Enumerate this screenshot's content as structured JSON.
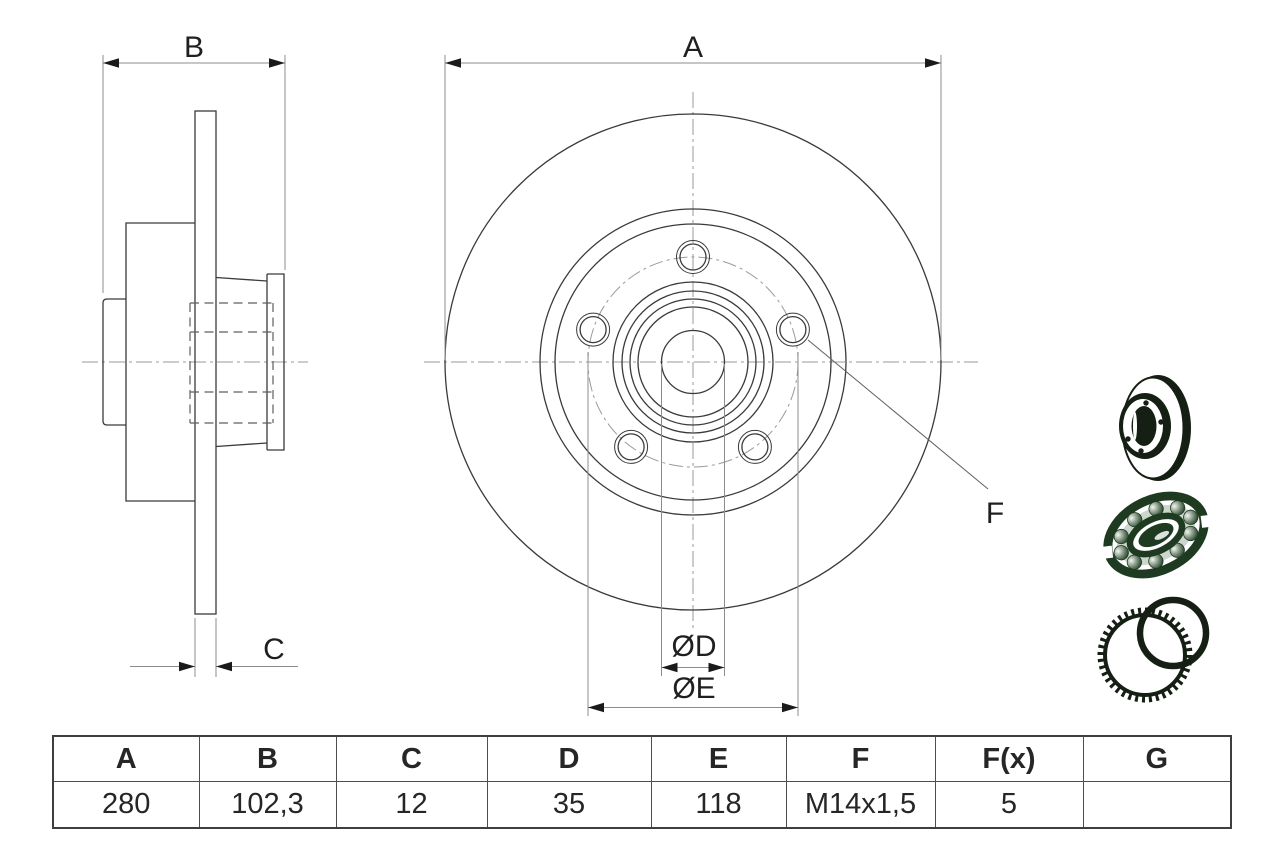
{
  "drawing": {
    "side_view": {
      "label_b": "B",
      "label_c": "C"
    },
    "front_view": {
      "label_a": "A",
      "label_d": "ØD",
      "label_e": "ØE",
      "label_f": "F"
    }
  },
  "legend_icons": [
    {
      "name": "brake-disc-icon"
    },
    {
      "name": "wheel-bearing-icon"
    },
    {
      "name": "abs-sensor-ring-icon"
    }
  ],
  "table": {
    "headers": [
      "A",
      "B",
      "C",
      "D",
      "E",
      "F",
      "F(x)",
      "G"
    ],
    "values": [
      "280",
      "102,3",
      "12",
      "35",
      "118",
      "M14x1,5",
      "5",
      ""
    ]
  },
  "colors": {
    "edge": "#3a3a3a",
    "dimension_line": "#8c8c8c",
    "arrowhead": "#1a1a1a",
    "centerline": "#9a9a9a",
    "hidden_line": "#5f5f5f",
    "icon_dark": "#161f14",
    "icon_green": "#1e3a20",
    "icon_light": "#cbd7ca"
  }
}
